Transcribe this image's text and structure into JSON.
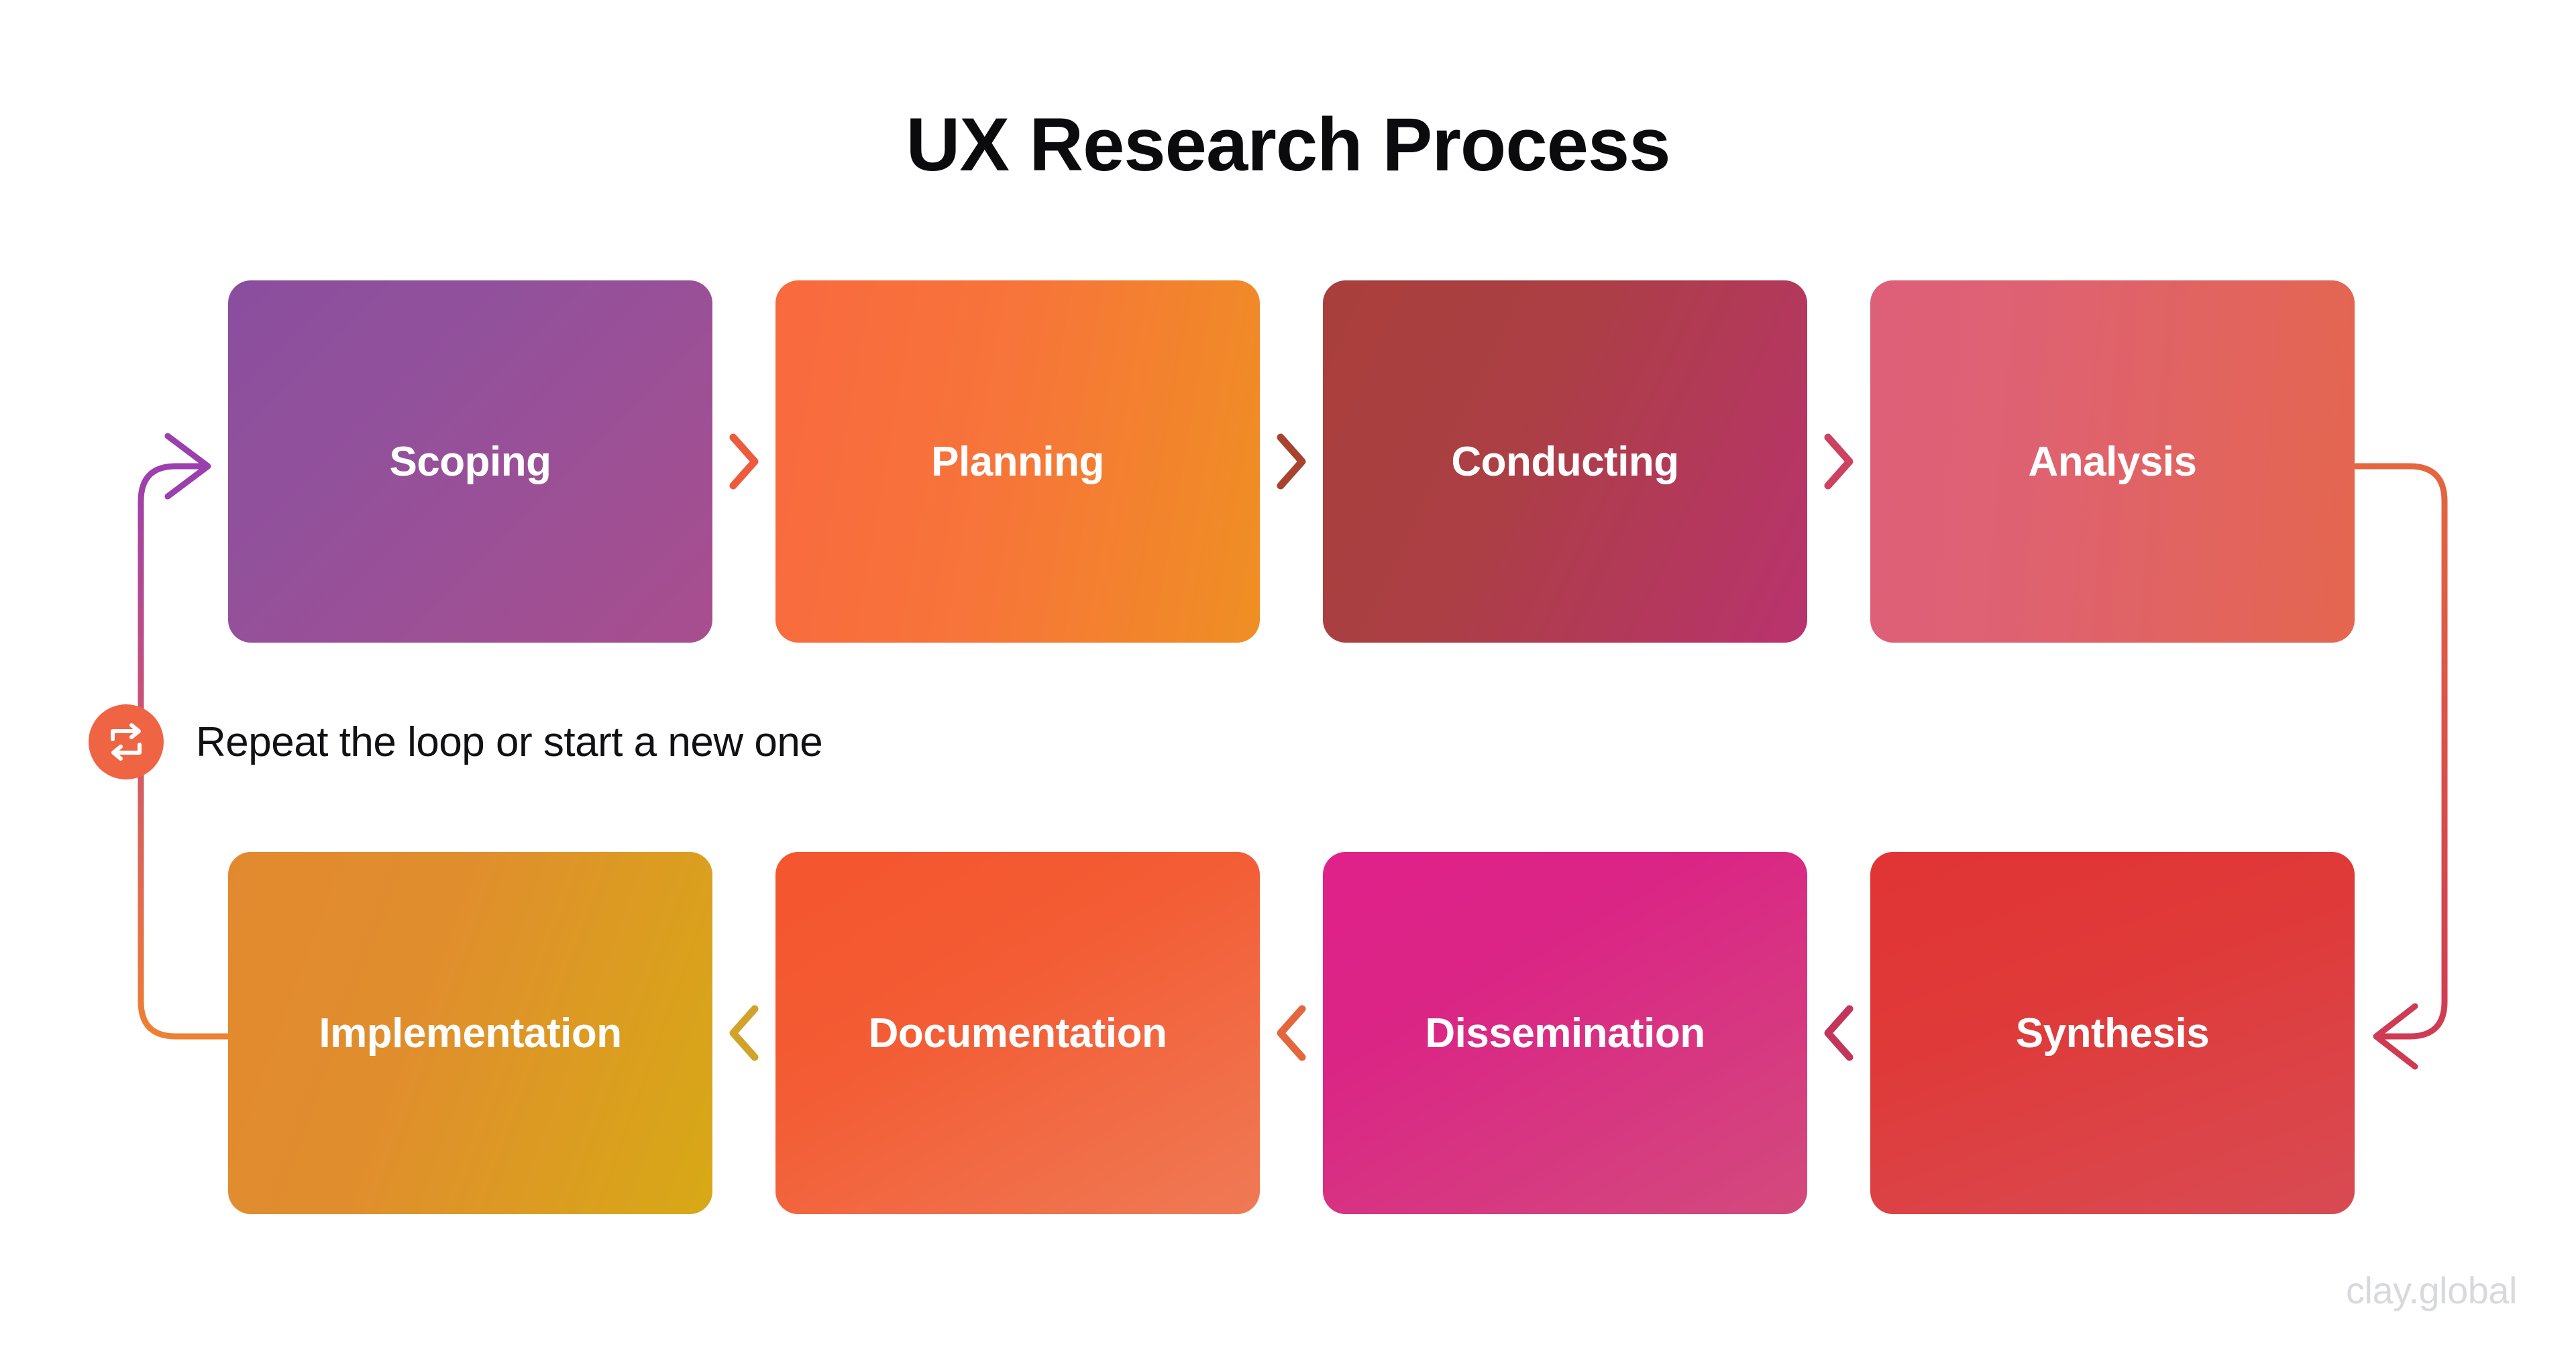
{
  "title": "UX Research Process",
  "watermark": "clay.global",
  "loop": {
    "icon": "repeat-loop-icon",
    "label": "Repeat the loop or start a new one"
  },
  "colors": {
    "background": "#ffffff",
    "title_text": "#0b0b0d",
    "card_text": "#ffffff",
    "loop_badge": "#ef6443",
    "watermark": "#d8d9dc",
    "connector_left_start": "#ee8032",
    "connector_left_end": "#9b3fae",
    "connector_right_start": "#e4663f",
    "connector_right_end": "#cf3b52"
  },
  "rows": [
    {
      "name": "top-row",
      "direction": "left-to-right",
      "cards": [
        {
          "label": "Scoping",
          "icon": "",
          "gradient_from": "#8a4e9e",
          "gradient_to": "#a84e8e"
        },
        {
          "label": "Planning",
          "icon": "",
          "gradient_from": "#f9693f",
          "gradient_to": "#ef8f23"
        },
        {
          "label": "Conducting",
          "icon": "",
          "gradient_from": "#a93f3c",
          "gradient_to": "#b9336e"
        },
        {
          "label": "Analysis",
          "icon": "",
          "gradient_from": "#dd6079",
          "gradient_to": "#e4664f"
        }
      ],
      "chevrons": [
        {
          "icon": "chevron-right-icon",
          "color": "#ee5a3c"
        },
        {
          "icon": "chevron-right-icon",
          "color": "#a8432f"
        },
        {
          "icon": "chevron-right-icon",
          "color": "#cc4260"
        }
      ]
    },
    {
      "name": "bottom-row",
      "direction": "right-to-left",
      "cards": [
        {
          "label": "Implementation",
          "icon": "",
          "gradient_from": "#e2892f",
          "gradient_to": "#d7a916"
        },
        {
          "label": "Documentation",
          "icon": "",
          "gradient_from": "#f4552f",
          "gradient_to": "#ef7a55"
        },
        {
          "label": "Dissemination",
          "icon": "",
          "gradient_from": "#e0218a",
          "gradient_to": "#d34a7c"
        },
        {
          "label": "Synthesis",
          "icon": "",
          "gradient_from": "#e13434",
          "gradient_to": "#d84b53"
        }
      ],
      "chevrons": [
        {
          "icon": "chevron-left-icon",
          "color": "#d2a32a"
        },
        {
          "icon": "chevron-left-icon",
          "color": "#e4663f"
        },
        {
          "icon": "chevron-left-icon",
          "color": "#c3355b"
        }
      ]
    }
  ],
  "connectors": [
    {
      "name": "loop-back-connector",
      "from": "Implementation",
      "to": "Scoping",
      "arrow": "right"
    },
    {
      "name": "row-transition-connector",
      "from": "Analysis",
      "to": "Synthesis",
      "arrow": "left"
    }
  ]
}
